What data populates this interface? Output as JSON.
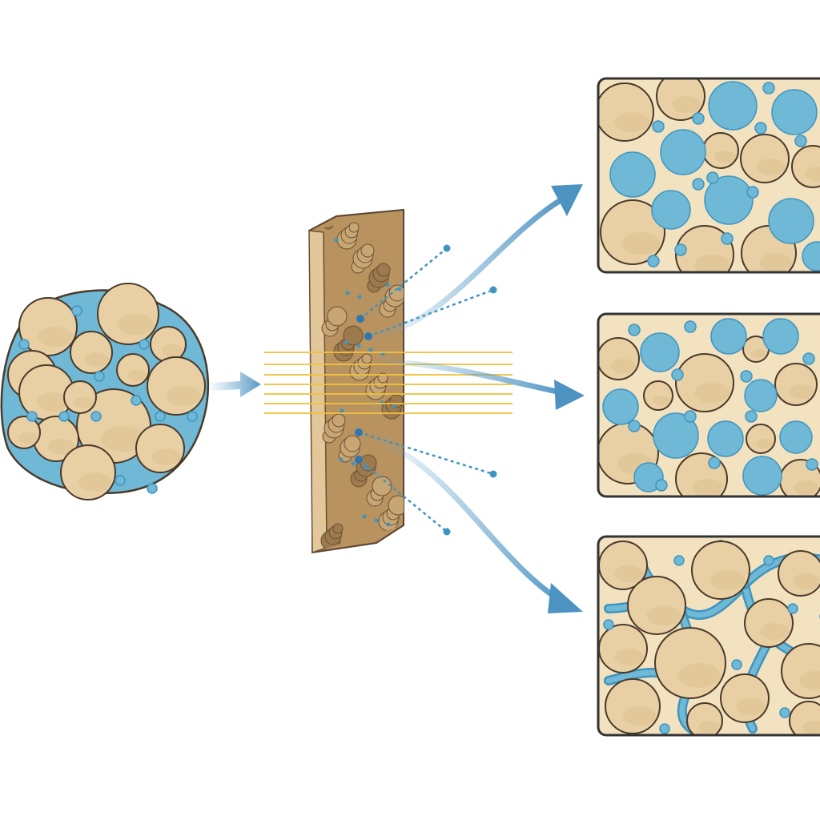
{
  "diagram": {
    "panels": [
      {
        "pattern": "dispersed-pores"
      },
      {
        "pattern": "mixed-pores"
      },
      {
        "pattern": "connected-channels"
      }
    ]
  },
  "colors": {
    "grain": "#e8cfa4",
    "grain_shade": "#d8bb88",
    "grain_outline": "#4a3a2a",
    "pore": "#6fb8d6",
    "pore_dark": "#3f95c0",
    "light_beam": "#f0c23c",
    "arrow": "#6aa9cf",
    "panel_bg": "#f2e2bf",
    "panel_border": "#333333",
    "slab": "#c9a878",
    "slab_edge": "#8a6a45"
  }
}
